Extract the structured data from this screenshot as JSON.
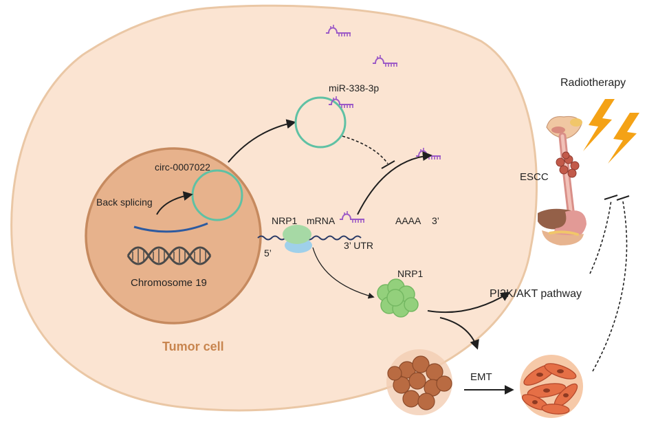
{
  "labels": {
    "mirna": "miR-338-3p",
    "radiotherapy": "Radiotherapy",
    "circ": "circ-0007022",
    "back_splicing": "Back splicing",
    "nrp1_gene": "NRP1",
    "mrna": "mRNA",
    "polya": "AAAA",
    "three_prime": "3’",
    "five_prime": "5’",
    "utr": "3’ UTR",
    "chromosome": "Chromosome 19",
    "nrp1_protein": "NRP1",
    "escc": "ESCC",
    "pathway": "PI3K/AKT pathway",
    "tumor_cell": "Tumor cell",
    "emt": "EMT"
  },
  "colors": {
    "cell_fill": "#fbe4d2",
    "nucleus_fill": "#e7b28c",
    "circrna": "#5fc1a4",
    "mirna": "#9b59c6",
    "tumor_label": "#c8854f",
    "bolt": "#f4a216",
    "protein": "#93d07c"
  }
}
